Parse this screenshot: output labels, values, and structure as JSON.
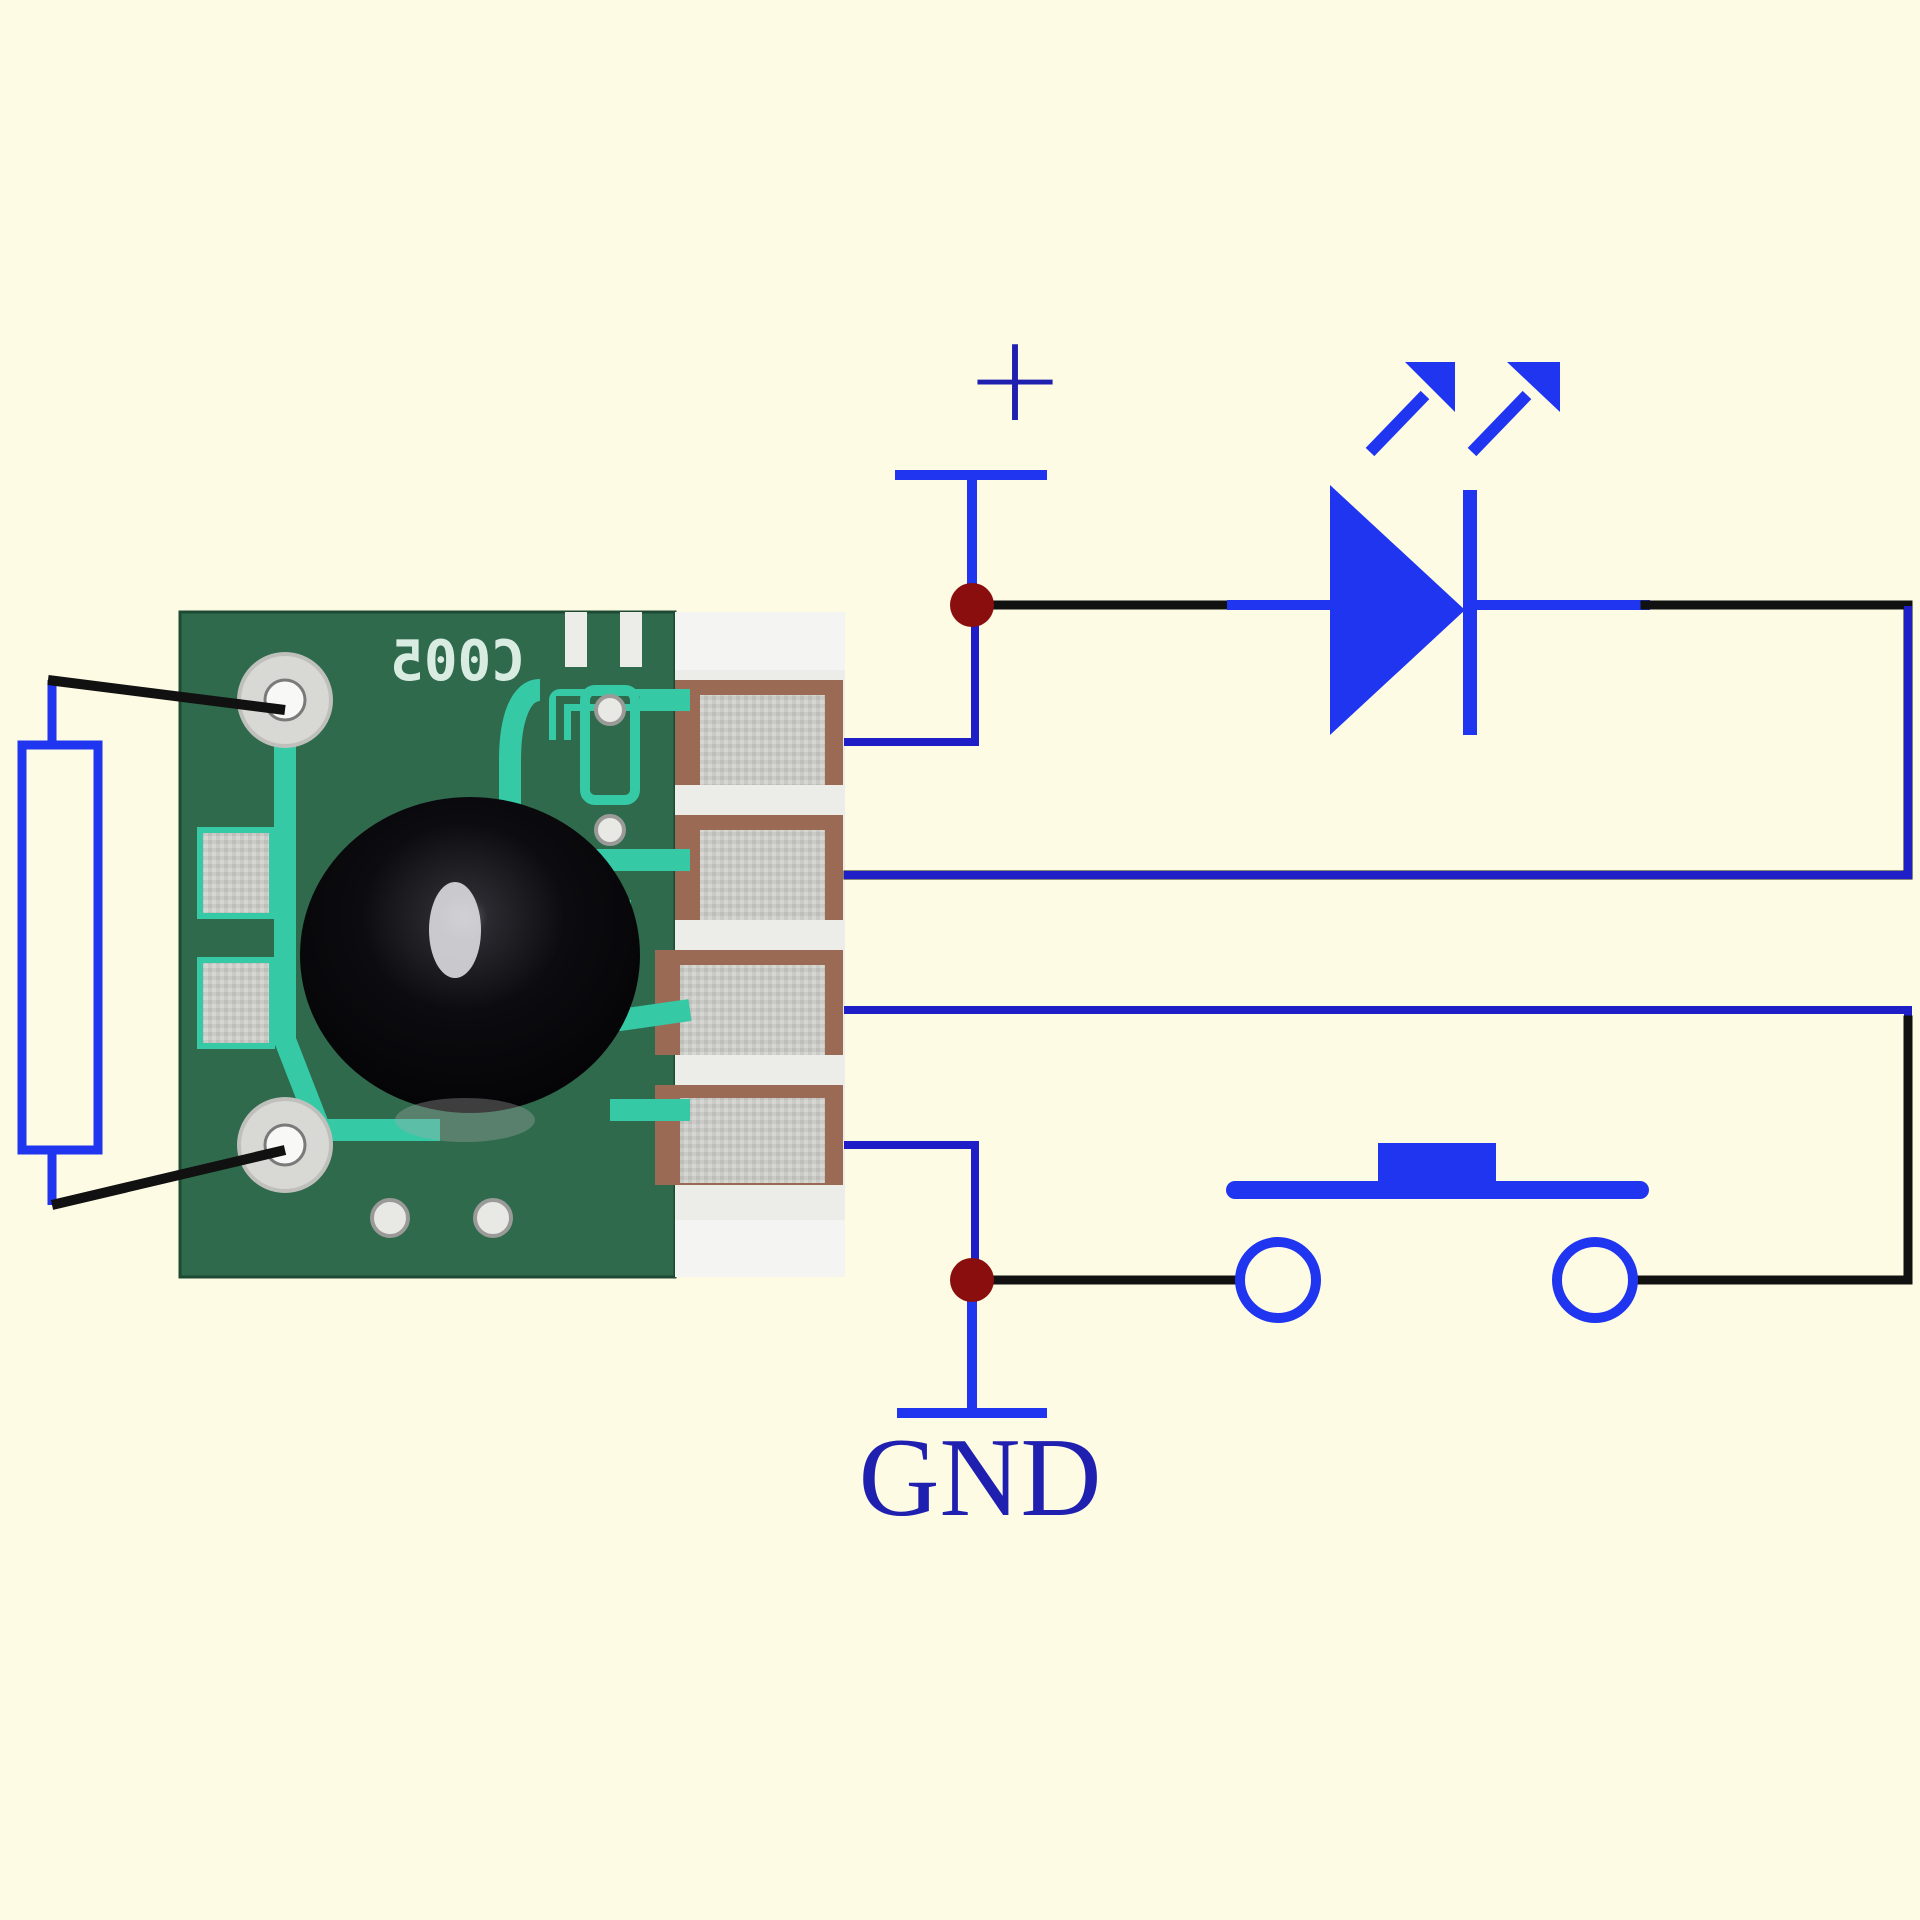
{
  "diagram": {
    "labels": {
      "plus": "+",
      "gnd": "GND",
      "chip_marking": "C005"
    },
    "components": {
      "module": "timer-module-pcb",
      "resistor": "resistor",
      "led": "light-emitting-diode",
      "switch": "push-button-switch"
    },
    "colors": {
      "background": "#fdfbe4",
      "wire_blue": "#1f1fc8",
      "symbol_blue": "#1f35f0",
      "label_blue": "#2020b0",
      "wire_black": "#111111",
      "junction": "#8a0e0e",
      "pcb_green": "#2f6a4c",
      "pcb_trace": "#35c9a6",
      "pad_silver": "#c9c9c6",
      "pad_copper": "#9a6a55",
      "epoxy_blob": "#0c0c10"
    }
  }
}
